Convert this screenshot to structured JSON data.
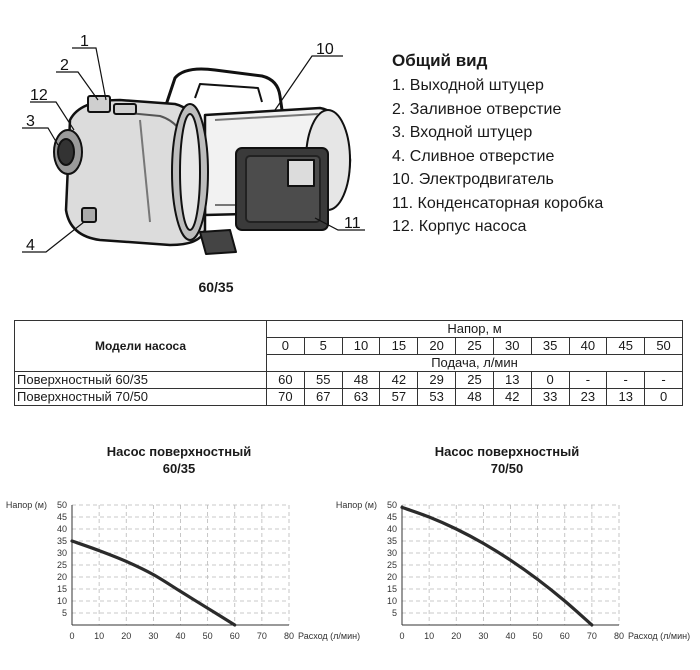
{
  "diagram": {
    "callouts": [
      "1",
      "2",
      "12",
      "3",
      "4",
      "10",
      "11"
    ],
    "model_caption": "60/35"
  },
  "legend": {
    "title": "Общий вид",
    "items": [
      "1. Выходной штуцер",
      "2. Заливное отверстие",
      "3. Входной штуцер",
      "4. Сливное отверстие",
      "10. Электродвигатель",
      "11. Конденсаторная коробка",
      "12. Корпус насоса"
    ]
  },
  "table": {
    "models_header": "Модели насоса",
    "head_header": "Напор, м",
    "heads": [
      "0",
      "5",
      "10",
      "15",
      "20",
      "25",
      "30",
      "35",
      "40",
      "45",
      "50"
    ],
    "flow_header": "Подача, л/мин",
    "rows": [
      {
        "name": "Поверхностный 60/35",
        "values": [
          "60",
          "55",
          "48",
          "42",
          "29",
          "25",
          "13",
          "0",
          "-",
          "-",
          "-"
        ]
      },
      {
        "name": "Поверхностный 70/50",
        "values": [
          "70",
          "67",
          "63",
          "57",
          "53",
          "48",
          "42",
          "33",
          "23",
          "13",
          "0"
        ]
      }
    ]
  },
  "chart_data": [
    {
      "type": "line",
      "title": "Насос поверхностный",
      "subtitle": "60/35",
      "xlabel": "Расход (л/мин)",
      "ylabel": "Напор (м)",
      "xlim": [
        0,
        80
      ],
      "ylim": [
        0,
        50
      ],
      "xticks": [
        0,
        10,
        20,
        30,
        40,
        50,
        60,
        70,
        80
      ],
      "yticks": [
        5,
        10,
        15,
        20,
        25,
        30,
        35,
        40,
        45,
        50
      ],
      "grid": true,
      "series": [
        {
          "x": [
            0,
            10,
            20,
            30,
            40,
            50,
            60
          ],
          "y": [
            35,
            31,
            26.5,
            21,
            14,
            7,
            0
          ]
        }
      ]
    },
    {
      "type": "line",
      "title": "Насос поверхностный",
      "subtitle": "70/50",
      "xlabel": "Расход (л/мин)",
      "ylabel": "Напор (м)",
      "xlim": [
        0,
        80
      ],
      "ylim": [
        0,
        50
      ],
      "xticks": [
        0,
        10,
        20,
        30,
        40,
        50,
        60,
        70,
        80
      ],
      "yticks": [
        5,
        10,
        15,
        20,
        25,
        30,
        35,
        40,
        45,
        50
      ],
      "grid": true,
      "series": [
        {
          "x": [
            0,
            10,
            20,
            30,
            40,
            50,
            60,
            70
          ],
          "y": [
            49,
            45,
            40,
            34,
            27,
            19,
            10,
            0
          ]
        }
      ]
    }
  ]
}
